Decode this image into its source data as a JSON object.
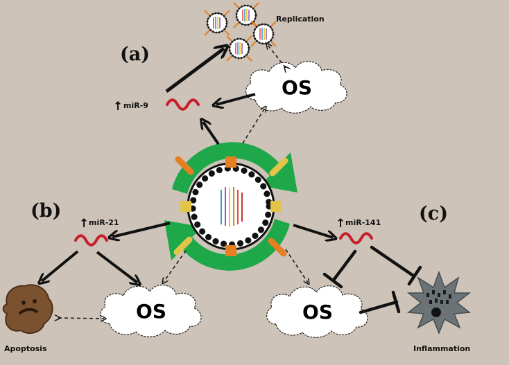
{
  "panels": {
    "a": "(a)",
    "b": "(b)",
    "c": "(c)"
  },
  "labels": {
    "replication": "Replication",
    "mir9": "miR-9",
    "mir21": "miR-21",
    "mir141": "miR-141",
    "apoptosis": "Apoptosis",
    "inflammation": "Inflammation",
    "os": "OS",
    "up_arrow": "↑"
  },
  "colors": {
    "background": "#cdc3b8",
    "cycle_arrow": "#1fa84a",
    "mirna": "#c81d2a",
    "capsomer_orange": "#e67e22",
    "capsomer_yellow": "#e3c44a",
    "cell_gray": "#6b7376",
    "apoptotic_cell": "#7a5230"
  },
  "icons": [
    "virus-particle-icon",
    "mirna-strand-icon",
    "cloud-icon",
    "apoptotic-cell-icon",
    "inflamed-cell-icon"
  ]
}
